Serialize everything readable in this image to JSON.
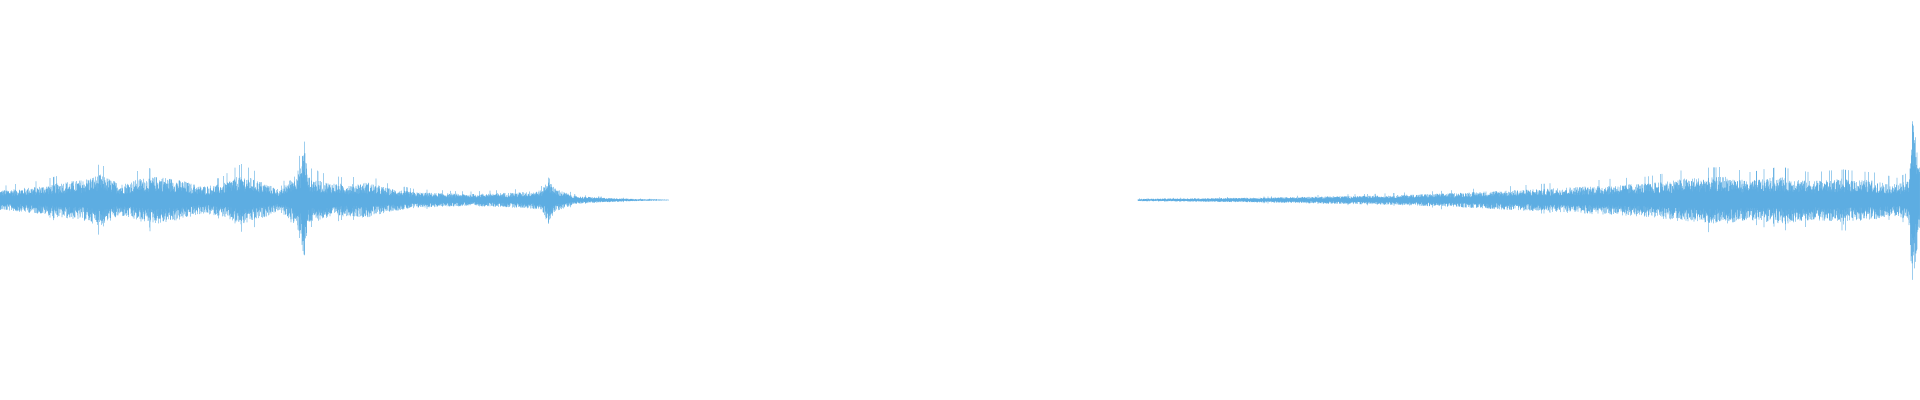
{
  "waveform": {
    "color": "#5DADE2",
    "background": "#FFFFFF",
    "segments": [
      {
        "name": "left-segment",
        "start_fraction": 0.0,
        "end_fraction": 0.348,
        "envelope_points": [
          [
            0.0,
            0.05
          ],
          [
            0.03,
            0.06
          ],
          [
            0.06,
            0.07
          ],
          [
            0.09,
            0.09
          ],
          [
            0.12,
            0.1
          ],
          [
            0.15,
            0.13
          ],
          [
            0.18,
            0.08
          ],
          [
            0.21,
            0.11
          ],
          [
            0.24,
            0.12
          ],
          [
            0.27,
            0.1
          ],
          [
            0.3,
            0.07
          ],
          [
            0.33,
            0.08
          ],
          [
            0.36,
            0.13
          ],
          [
            0.385,
            0.1
          ],
          [
            0.4,
            0.08
          ],
          [
            0.42,
            0.05
          ],
          [
            0.45,
            0.17
          ],
          [
            0.455,
            0.33
          ],
          [
            0.46,
            0.12
          ],
          [
            0.49,
            0.09
          ],
          [
            0.52,
            0.08
          ],
          [
            0.55,
            0.09
          ],
          [
            0.58,
            0.06
          ],
          [
            0.62,
            0.04
          ],
          [
            0.66,
            0.035
          ],
          [
            0.7,
            0.03
          ],
          [
            0.74,
            0.035
          ],
          [
            0.78,
            0.04
          ],
          [
            0.81,
            0.05
          ],
          [
            0.82,
            0.12
          ],
          [
            0.83,
            0.06
          ],
          [
            0.86,
            0.02
          ],
          [
            0.9,
            0.012
          ],
          [
            0.95,
            0.006
          ],
          [
            1.0,
            0.002
          ]
        ]
      },
      {
        "name": "right-segment",
        "start_fraction": 0.593,
        "end_fraction": 1.0,
        "envelope_points": [
          [
            0.0,
            0.006
          ],
          [
            0.05,
            0.008
          ],
          [
            0.1,
            0.01
          ],
          [
            0.15,
            0.012
          ],
          [
            0.2,
            0.015
          ],
          [
            0.25,
            0.02
          ],
          [
            0.3,
            0.022
          ],
          [
            0.35,
            0.028
          ],
          [
            0.4,
            0.035
          ],
          [
            0.45,
            0.045
          ],
          [
            0.5,
            0.055
          ],
          [
            0.55,
            0.065
          ],
          [
            0.6,
            0.075
          ],
          [
            0.65,
            0.085
          ],
          [
            0.7,
            0.11
          ],
          [
            0.75,
            0.12
          ],
          [
            0.78,
            0.1
          ],
          [
            0.82,
            0.12
          ],
          [
            0.86,
            0.1
          ],
          [
            0.9,
            0.11
          ],
          [
            0.94,
            0.1
          ],
          [
            0.97,
            0.08
          ],
          [
            0.985,
            0.1
          ],
          [
            0.99,
            0.43
          ],
          [
            0.995,
            0.3
          ],
          [
            1.0,
            0.18
          ]
        ]
      }
    ]
  }
}
